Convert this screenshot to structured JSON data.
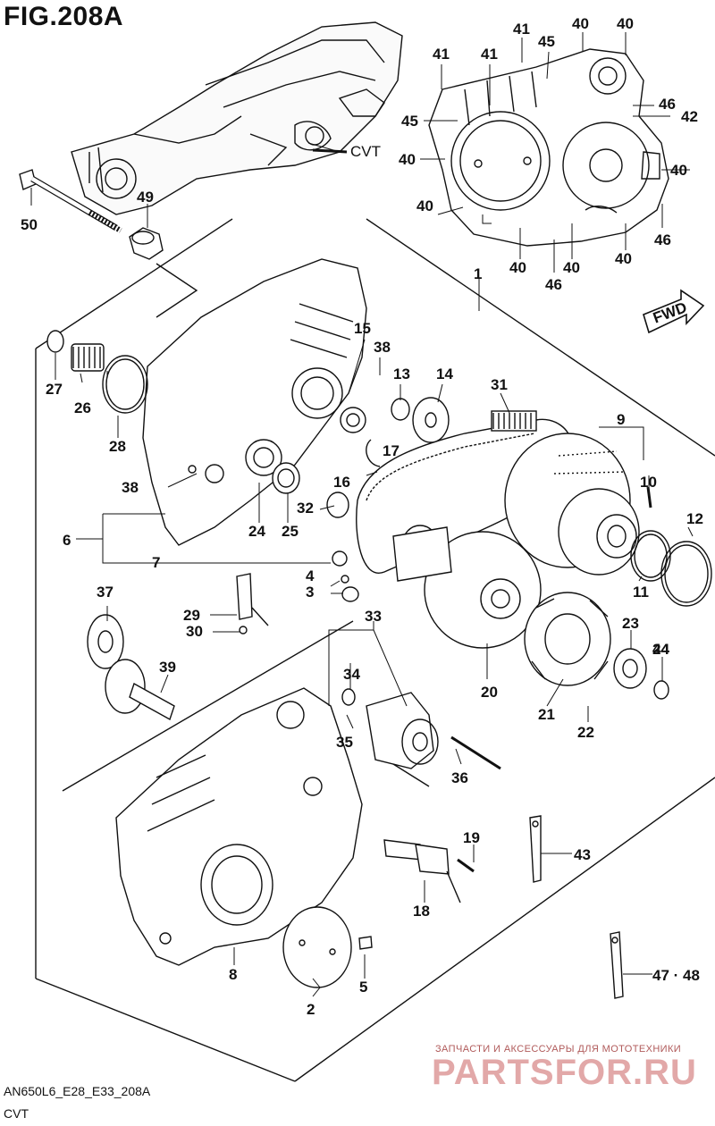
{
  "figure": {
    "title": "FIG.208A",
    "code": "AN650L6_E28_E33_208A",
    "subtitle": "CVT",
    "fwd_label": "FWD",
    "engine_label": "CVT"
  },
  "watermark": {
    "line1": "ЗАПЧАСТИ И АКСЕССУАРЫ ДЛЯ МОТОТЕХНИКИ",
    "line2": "PARTSFOR.RU"
  },
  "parts": [
    {
      "key": "p1",
      "number": "1"
    },
    {
      "key": "p2",
      "number": "2"
    },
    {
      "key": "p3",
      "number": "3"
    },
    {
      "key": "p4",
      "number": "4"
    },
    {
      "key": "p5",
      "number": "5"
    },
    {
      "key": "p6",
      "number": "6"
    },
    {
      "key": "p7",
      "number": "7"
    },
    {
      "key": "p8",
      "number": "8"
    },
    {
      "key": "p9",
      "number": "9"
    },
    {
      "key": "p10",
      "number": "10"
    },
    {
      "key": "p11",
      "number": "11"
    },
    {
      "key": "p12",
      "number": "12"
    },
    {
      "key": "p13",
      "number": "13"
    },
    {
      "key": "p14",
      "number": "14"
    },
    {
      "key": "p15",
      "number": "15"
    },
    {
      "key": "p16",
      "number": "16"
    },
    {
      "key": "p17",
      "number": "17"
    },
    {
      "key": "p18",
      "number": "18"
    },
    {
      "key": "p19",
      "number": "19"
    },
    {
      "key": "p20",
      "number": "20"
    },
    {
      "key": "p21",
      "number": "21"
    },
    {
      "key": "p22",
      "number": "22"
    },
    {
      "key": "p23",
      "number": "23"
    },
    {
      "key": "p24",
      "number": "24"
    },
    {
      "key": "p25",
      "number": "25"
    },
    {
      "key": "p26",
      "number": "26"
    },
    {
      "key": "p27",
      "number": "27"
    },
    {
      "key": "p28",
      "number": "28"
    },
    {
      "key": "p29",
      "number": "29"
    },
    {
      "key": "p30",
      "number": "30"
    },
    {
      "key": "p31",
      "number": "31"
    },
    {
      "key": "p32",
      "number": "32"
    },
    {
      "key": "p33",
      "number": "33"
    },
    {
      "key": "p34",
      "number": "34"
    },
    {
      "key": "p35",
      "number": "35"
    },
    {
      "key": "p36",
      "number": "36"
    },
    {
      "key": "p37",
      "number": "37"
    },
    {
      "key": "p38a",
      "number": "38"
    },
    {
      "key": "p38b",
      "number": "38"
    },
    {
      "key": "p39",
      "number": "39"
    },
    {
      "key": "p40a",
      "number": "40"
    },
    {
      "key": "p40b",
      "number": "40"
    },
    {
      "key": "p40c",
      "number": "40"
    },
    {
      "key": "p40d",
      "number": "40"
    },
    {
      "key": "p40e",
      "number": "40"
    },
    {
      "key": "p40f",
      "number": "40"
    },
    {
      "key": "p40g",
      "number": "40"
    },
    {
      "key": "p40h",
      "number": "40"
    },
    {
      "key": "p41a",
      "number": "41"
    },
    {
      "key": "p41b",
      "number": "41"
    },
    {
      "key": "p41c",
      "number": "41"
    },
    {
      "key": "p42",
      "number": "42"
    },
    {
      "key": "p43",
      "number": "43"
    },
    {
      "key": "p44",
      "number": "44"
    },
    {
      "key": "p45a",
      "number": "45"
    },
    {
      "key": "p45b",
      "number": "45"
    },
    {
      "key": "p46a",
      "number": "46"
    },
    {
      "key": "p46b",
      "number": "46"
    },
    {
      "key": "p46c",
      "number": "46"
    },
    {
      "key": "p4748",
      "number": "47 · 48"
    },
    {
      "key": "p49",
      "number": "49"
    },
    {
      "key": "p50",
      "number": "50"
    }
  ]
}
